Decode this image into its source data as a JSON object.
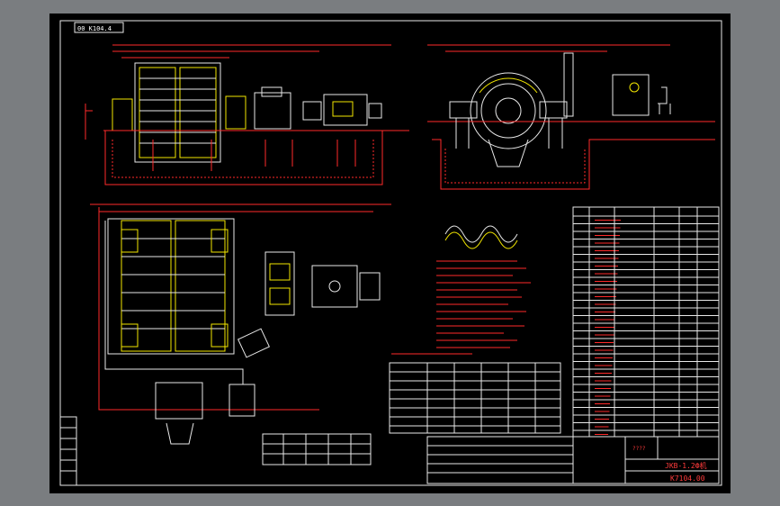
{
  "drawing": {
    "code_top": "00 K104.4",
    "model": "JKB-1.2Ф机",
    "drawing_no": "K7104.00",
    "title_small": "????"
  },
  "colors": {
    "background": "#7a7d80",
    "sheet": "#000000",
    "line_red": "#ff2a2a",
    "line_white": "#e8e8e8",
    "line_yellow": "#f2e600"
  }
}
